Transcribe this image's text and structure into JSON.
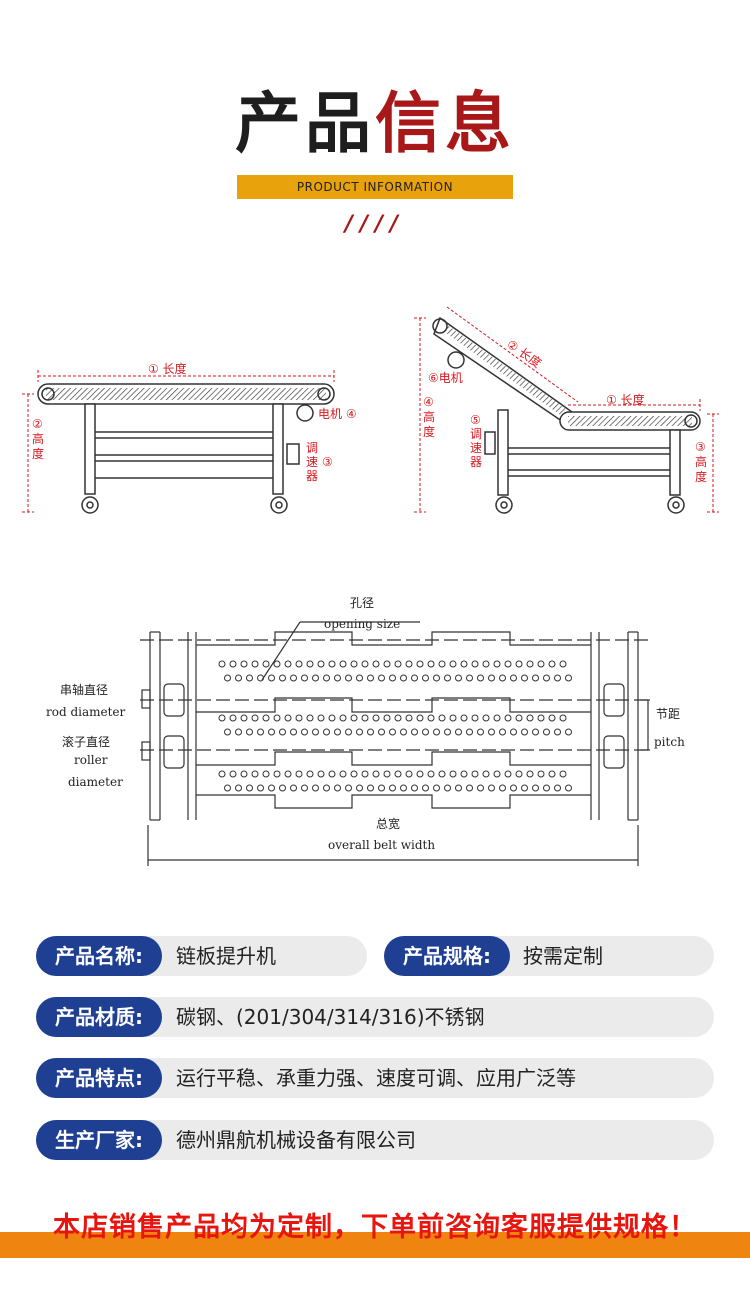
{
  "header": {
    "title_black": "产品",
    "title_red": "信息",
    "subtitle": "PRODUCT INFORMATION",
    "slashes": "////"
  },
  "diagram_left": {
    "length": "① 长度",
    "height_num": "②",
    "height_l1": "高",
    "height_l2": "度",
    "motor": "电机 ④",
    "speed_num": "③",
    "speed_l1": "调",
    "speed_l2": "速",
    "speed_l3": "器"
  },
  "diagram_right": {
    "length2": "② 长度",
    "length1": "① 长度",
    "motor": "⑥电机",
    "height4_num": "④",
    "height4_l1": "高",
    "height4_l2": "度",
    "speed_num": "⑤",
    "speed_l1": "调",
    "speed_l2": "速",
    "speed_l3": "器",
    "height3_num": "③",
    "height3_l1": "高",
    "height3_l2": "度"
  },
  "chain_diagram": {
    "hole_cn": "孔径",
    "hole_en": "opening size",
    "rod_cn": "串轴直径",
    "rod_en": "rod diameter",
    "roller_cn": "滚子直径",
    "roller_en1": "roller",
    "roller_en2": "diameter",
    "pitch_cn": "节距",
    "pitch_en": "pitch",
    "width_cn": "总宽",
    "width_en": "overall belt width"
  },
  "specs": {
    "name_label": "产品名称:",
    "name_value": "链板提升机",
    "spec_label": "产品规格:",
    "spec_value": "按需定制",
    "material_label": "产品材质:",
    "material_value": "碳钢、(201/304/314/316)不锈钢",
    "feature_label": "产品特点:",
    "feature_value": "运行平稳、承重力强、速度可调、应用广泛等",
    "maker_label": "生产厂家:",
    "maker_value": "德州鼎航机械设备有限公司"
  },
  "notice": "本店销售产品均为定制，下单前咨询客服提供规格！",
  "colors": {
    "navy": "#1f3f92",
    "red": "#a81818",
    "accent_yellow": "#e8a20c",
    "banner_orange": "#f08410",
    "label_red": "#d6181e"
  }
}
